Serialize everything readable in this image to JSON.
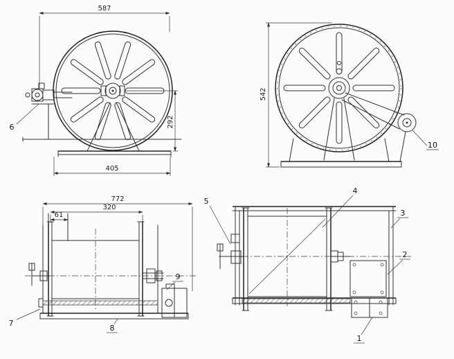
{
  "colors": {
    "ink": "#2b2b2b",
    "paper": "#fcfcfb"
  },
  "front_left_view": {
    "dim_width": "587",
    "dim_height": "292",
    "dim_base": "405",
    "callout_drive": "6"
  },
  "front_right_view": {
    "dim_height": "542",
    "callout_roller": "10"
  },
  "side_left_view": {
    "dim_overall": "772",
    "dim_drum": "320",
    "dim_offset": "61",
    "callout_frame": "7",
    "callout_rod": "8",
    "callout_coupling": "9"
  },
  "side_right_view": {
    "callout_box": "1",
    "callout_panel": "2",
    "callout_rail": "3",
    "callout_drum": "4",
    "callout_crank": "5"
  }
}
